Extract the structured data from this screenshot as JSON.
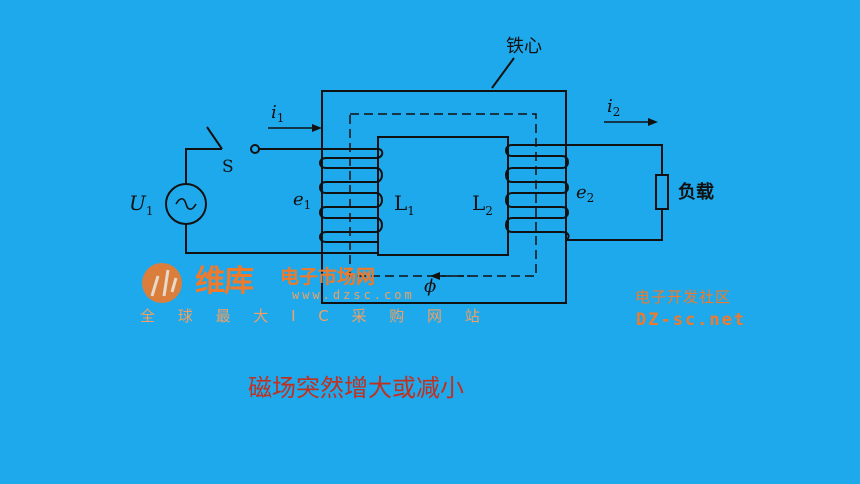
{
  "labels": {
    "core": "铁心",
    "current_in": "i",
    "current_in_sub": "1",
    "current_out": "i",
    "current_out_sub": "2",
    "switch": "S",
    "source": "U",
    "source_sub": "1",
    "emf1": "e",
    "emf1_sub": "1",
    "emf2": "e",
    "emf2_sub": "2",
    "coil1": "L",
    "coil1_sub": "1",
    "coil2": "L",
    "coil2_sub": "2",
    "load": "负载",
    "flux": "ϕ",
    "ac_symbol": "~"
  },
  "caption": "磁场突然增大或减小",
  "watermark": {
    "brand_big": "维库",
    "brand_rest": "电子市场网",
    "url": "www.dzsc.com",
    "tagline": "全 球 最 大 I C 采 购 网 站",
    "right_line1": "电子开发社区",
    "right_line2": "DZ-sc.net"
  },
  "colors": {
    "background": "#1ea9ec",
    "line": "#111111",
    "caption": "#c0301f",
    "watermark": "#f07a2a"
  }
}
